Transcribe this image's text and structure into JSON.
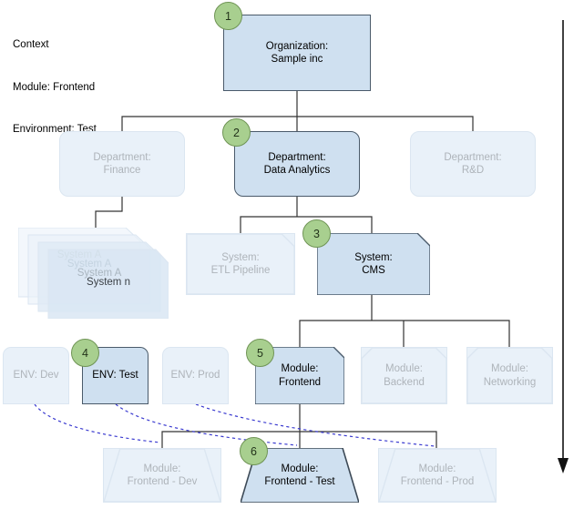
{
  "context": {
    "title": "Context",
    "module_line": "Module: Frontend",
    "environment_line": "Environment: Test"
  },
  "colors": {
    "active_fill": "#cfe0f0",
    "active_stroke": "#4a5a6a",
    "dim_fill": "#e9f1f9",
    "dim_stroke": "#dbe6f1",
    "dim_text": "#aeb4ba",
    "badge_fill": "#a8cf8f",
    "badge_stroke": "#6f9455",
    "connector": "#333333",
    "dashed_link": "#3b3bd0"
  },
  "badges": [
    {
      "id": "badge-1",
      "number": "1"
    },
    {
      "id": "badge-2",
      "number": "2"
    },
    {
      "id": "badge-3",
      "number": "3"
    },
    {
      "id": "badge-4",
      "number": "4"
    },
    {
      "id": "badge-5",
      "number": "5"
    },
    {
      "id": "badge-6",
      "number": "6"
    }
  ],
  "levels": {
    "organization": {
      "node": {
        "line1": "Organization:",
        "line2": "Sample inc",
        "state": "active"
      }
    },
    "departments": [
      {
        "line1": "Department:",
        "line2": "Finance",
        "state": "dim"
      },
      {
        "line1": "Department:",
        "line2": "Data Analytics",
        "state": "active"
      },
      {
        "line1": "Department:",
        "line2": "R&D",
        "state": "dim"
      }
    ],
    "systems_stack": {
      "labels": [
        "System A",
        "System A",
        "System A",
        "System n"
      ],
      "state": "dim"
    },
    "systems": [
      {
        "line1": "System:",
        "line2": "ETL Pipeline",
        "state": "dim"
      },
      {
        "line1": "System:",
        "line2": "CMS",
        "state": "active"
      }
    ],
    "environments": [
      {
        "line1": "ENV: Dev",
        "line2": "",
        "state": "dim"
      },
      {
        "line1": "ENV: Test",
        "line2": "",
        "state": "active"
      },
      {
        "line1": "ENV: Prod",
        "line2": "",
        "state": "dim"
      }
    ],
    "modules": [
      {
        "line1": "Module:",
        "line2": "Frontend",
        "state": "active"
      },
      {
        "line1": "Module:",
        "line2": "Backend",
        "state": "dim"
      },
      {
        "line1": "Module:",
        "line2": "Networking",
        "state": "dim"
      }
    ],
    "module_instances": [
      {
        "line1": "Module:",
        "line2": "Frontend - Dev",
        "state": "dim"
      },
      {
        "line1": "Module:",
        "line2": "Frontend - Test",
        "state": "active"
      },
      {
        "line1": "Module:",
        "line2": "Frontend - Prod",
        "state": "dim"
      }
    ]
  },
  "flow_arrow": {
    "name": "depth-flow-arrow",
    "direction": "down"
  }
}
